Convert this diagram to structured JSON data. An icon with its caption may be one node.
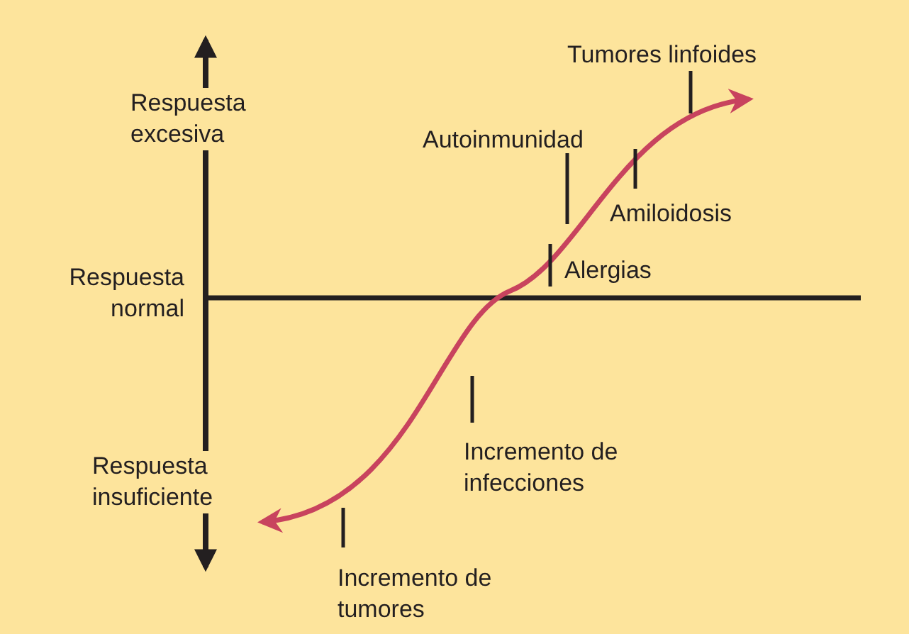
{
  "diagram": {
    "labels": [
      "Tumores linfoides",
      "Respuesta excesiva",
      "Autoinmunidad",
      "Amiloidosis",
      "Respuesta normal",
      "Alergias",
      "Incremento de infecciones",
      "Respuesta insuficiente",
      "Incremento de tumores"
    ]
  }
}
